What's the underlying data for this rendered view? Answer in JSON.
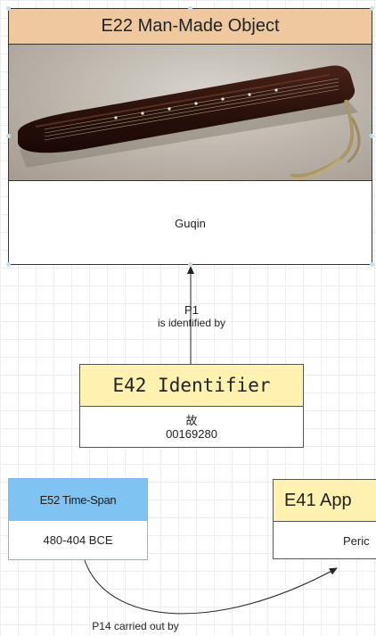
{
  "nodes": {
    "e22": {
      "title": "E22 Man-Made Object",
      "value": "Guqin",
      "image": "guqin-instrument-photo"
    },
    "e42": {
      "title": "E42 Identifier",
      "value_line1": "故",
      "value_line2": "00169280"
    },
    "e52": {
      "title": "E52 Time-Span",
      "value": "480-404 BCE"
    },
    "e41": {
      "title": "E41 App",
      "value": "Peric"
    }
  },
  "edges": {
    "p1": {
      "code": "P1",
      "text": "is identified by"
    },
    "p14": {
      "text": "P14 carried out by"
    }
  },
  "colors": {
    "e22_header": "#f0c8a0",
    "e42_header": "#fff2b0",
    "e52_header": "#7ec3f2",
    "e41_header": "#fff2b0",
    "edge": "#222222",
    "grid": "#eeeeee"
  }
}
